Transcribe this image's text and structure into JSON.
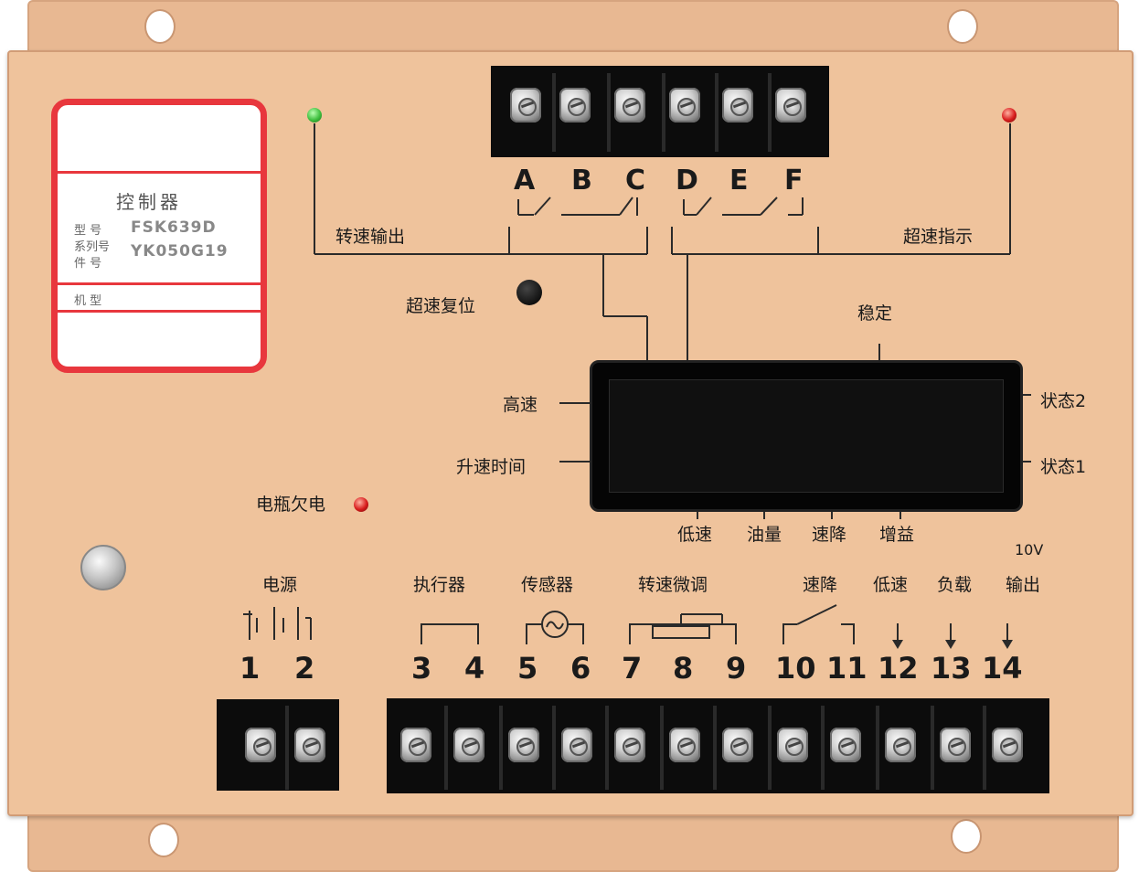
{
  "label_card": {
    "title": "控制器",
    "model_label": "型  号",
    "model_value": "FSK639D",
    "series_label": "系列号",
    "series_value": "YK050G19",
    "part_label": "件  号",
    "machine_label": "机  型"
  },
  "top_terminals": {
    "letters": [
      "A",
      "B",
      "C",
      "D",
      "E",
      "F"
    ],
    "left_output_label": "转速输出",
    "right_output_label": "超速指示"
  },
  "overspeed_reset_label": "超速复位",
  "display_labels": {
    "top": "稳定",
    "left_top": "高速",
    "left_bottom": "升速时间",
    "right_top": "状态2",
    "right_bottom": "状态1",
    "bottom": [
      "低速",
      "油量",
      "速降",
      "增益"
    ]
  },
  "battery_low_label": "电瓶欠电",
  "bottom_labels": {
    "power": "电源",
    "actuator": "执行器",
    "sensor": "传感器",
    "speed_trim": "转速微调",
    "droop": "速降",
    "low_speed": "低速",
    "load": "负载",
    "output": "输出",
    "voltage": "10V"
  },
  "terminal_numbers": [
    "1",
    "2",
    "3",
    "4",
    "5",
    "6",
    "7",
    "8",
    "9",
    "10",
    "11",
    "12",
    "13",
    "14"
  ],
  "colors": {
    "panel": "#efc39c",
    "label_border": "#e8373d",
    "led_green": "#3fbf3f",
    "led_red": "#d81c1c"
  }
}
